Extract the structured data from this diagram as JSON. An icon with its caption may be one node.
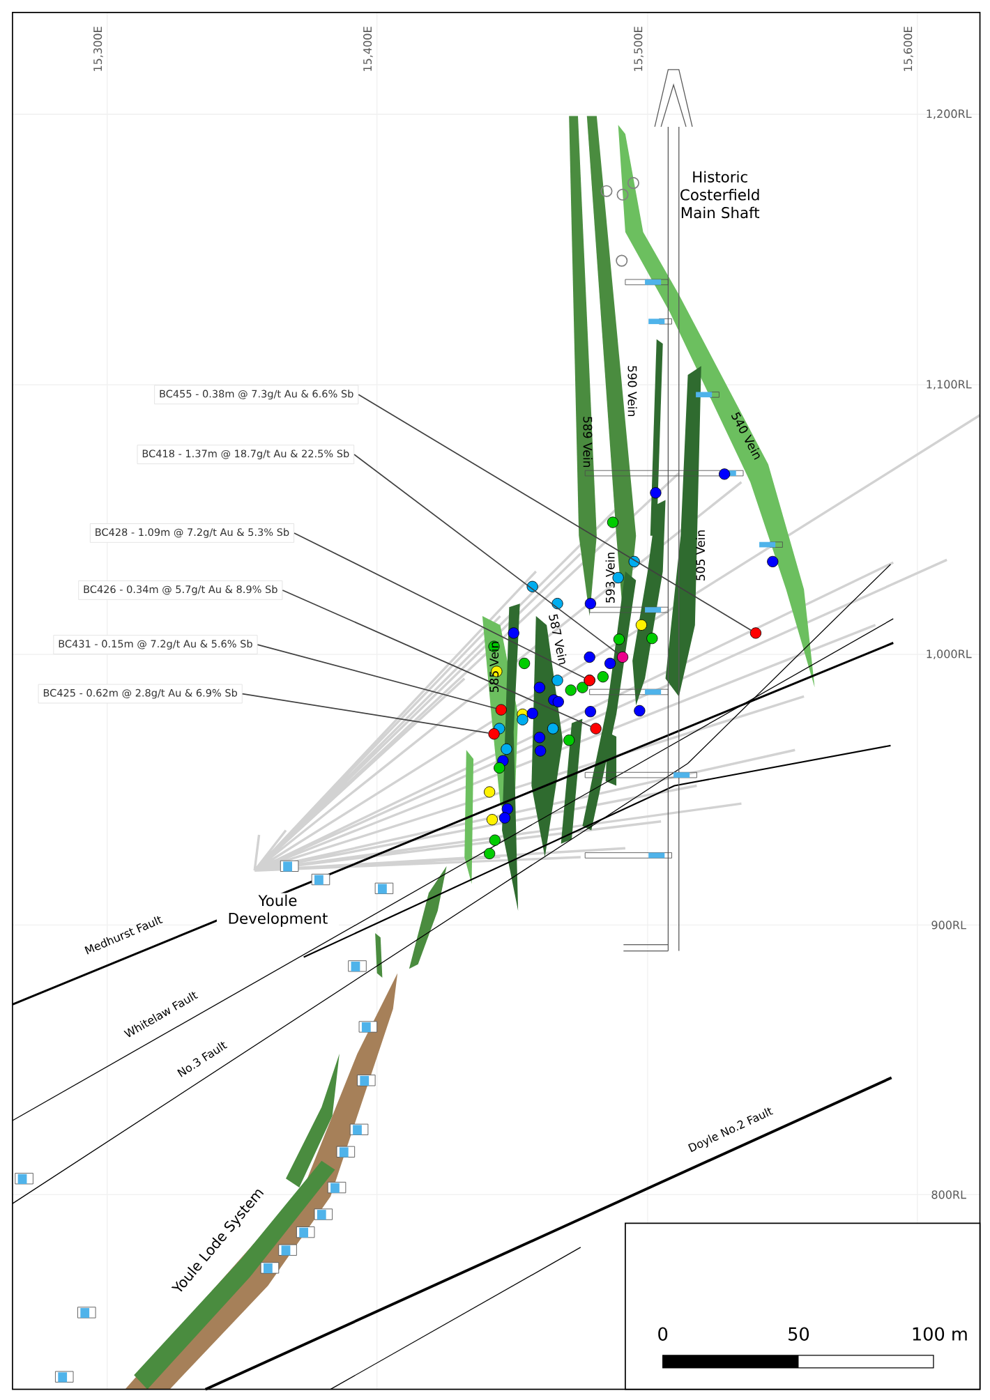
{
  "diagram": {
    "nodes": [
      {
        "text": [
          "BC455 - 0.38m @ 7.3g/t Au & 6.6% Sb"
        ]
      },
      {
        "text": [
          "BC418 - 1.37m @ 18.7g/t Au & 22.5% Sb"
        ]
      },
      {
        "text": [
          "BC428 - 1.09m @ 7.2g/t Au & 5.3% Sb"
        ]
      },
      {
        "text": [
          "BC426 - 0.34m @ 5.7g/t Au & 8.9% Sb"
        ]
      },
      {
        "text": [
          "BC431 - 0.15m @ 7.2g/t Au & 5.6% Sb"
        ]
      },
      {
        "text": [
          "BC425 - 0.62m @ 2.8g/t Au & 6.9% Sb"
        ]
      },
      {
        "text": [],
        "shape": "circle"
      },
      {
        "text": [],
        "shape": "circle"
      },
      {
        "text": [],
        "shape": "circle"
      },
      {
        "text": [],
        "shape": "circle"
      },
      {
        "text": [],
        "shape": "circle"
      },
      {
        "text": [],
        "shape": "circle"
      }
    ],
    "edges": [
      {
        "from": 0,
        "to": 6,
        "arrow": "none"
      },
      {
        "from": 1,
        "to": 7,
        "arrow": "none"
      },
      {
        "from": 2,
        "to": 8,
        "arrow": "none"
      },
      {
        "from": 3,
        "to": 9,
        "arrow": "none"
      },
      {
        "from": 4,
        "to": 10,
        "arrow": "none"
      },
      {
        "from": 5,
        "to": 11,
        "arrow": "none"
      }
    ],
    "labels": [
      "15,300E",
      "15,400E",
      "15,500E",
      "15,600E",
      "1,200RL",
      "Historic Costerfield Main Shaft",
      "590 Vein",
      "1,100RL",
      "589 Vein",
      "540 Vein",
      "505 Vein",
      "593 Vein",
      "587 Vein",
      "1,000RL",
      "585 Vein",
      "Youle Development",
      "900RL",
      "Medhurst Fault",
      "Whitelaw Fault",
      "No.3 Fault",
      "Doyle No.2 Fault",
      "800RL",
      "Youle Lode System",
      "0",
      "50",
      "100 m"
    ]
  }
}
